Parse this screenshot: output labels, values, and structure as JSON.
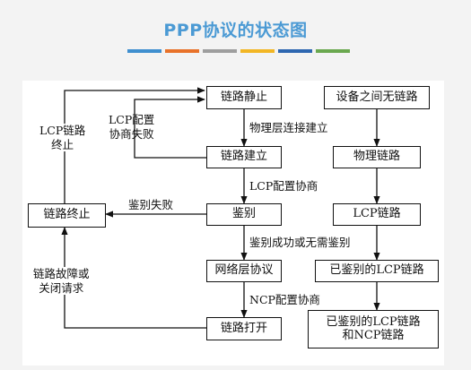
{
  "title": "PPP协议的状态图",
  "colors": {
    "title": "#4b9ad4",
    "bars": [
      "#3f8fcf",
      "#e8722a",
      "#9e9e9e",
      "#f2b624",
      "#2e67b0",
      "#6aa84f"
    ]
  },
  "boxes": {
    "link_dead": "链路静止",
    "link_established": "链路建立",
    "authenticate": "鉴别",
    "network": "网络层协议",
    "link_open": "链路打开",
    "link_terminate": "链路终止",
    "no_link": "设备之间无链路",
    "physical_link": "物理链路",
    "lcp_link": "LCP链路",
    "authenticated_lcp": "已鉴别的LCP链路",
    "authenticated_ncp_line1": "已鉴别的LCP链路",
    "authenticated_ncp_line2": "和NCP链路"
  },
  "labels": {
    "physical_up": "物理层连接建立",
    "lcp_negotiate": "LCP配置协商",
    "auth_success": "鉴别成功或无需鉴别",
    "ncp_negotiate": "NCP配置协商",
    "auth_fail": "鉴别失败",
    "lcp_fail_line1": "LCP配置",
    "lcp_fail_line2": "协商失败",
    "lcp_term_line1": "LCP链路",
    "lcp_term_line2": "终止",
    "fault_line1": "链路故障或",
    "fault_line2": "关闭请求"
  }
}
